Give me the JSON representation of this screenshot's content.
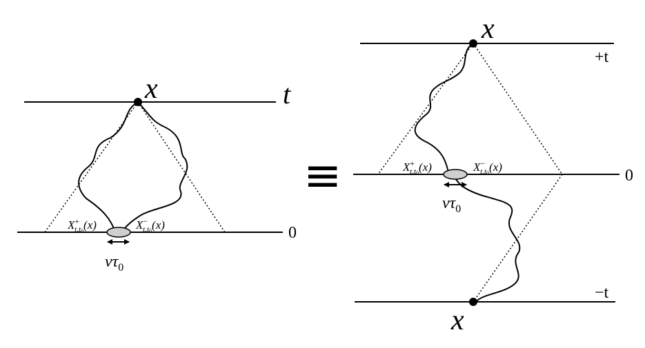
{
  "left_panel": {
    "top_point_label": "x",
    "top_line_label": "t",
    "bottom_line_label": "0",
    "plus_label": {
      "base": "X",
      "sup": "+",
      "sub": "t,t",
      "sub2": "0",
      "arg": "(x)"
    },
    "minus_label": {
      "base": "X",
      "sup": "−",
      "sub": "t,t",
      "sub2": "0",
      "arg": "(x)"
    },
    "width_label": {
      "v": "v",
      "tau": "τ",
      "sub": "0"
    }
  },
  "equivalence_symbol": "≡",
  "right_panel": {
    "top_point_label": "x",
    "bottom_point_label": "x",
    "top_line_label": "+t",
    "middle_line_label": "0",
    "bottom_line_label": "−t",
    "plus_label": {
      "base": "X",
      "sup": "+",
      "sub": "t,t",
      "sub2": "0",
      "arg": "(x)"
    },
    "minus_label": {
      "base": "X",
      "sup": "−",
      "sub": "t,t",
      "sub2": "0",
      "arg": "(x)"
    },
    "width_label": {
      "v": "v",
      "tau": "τ",
      "sub": "0"
    }
  },
  "colors": {
    "ink": "#000000",
    "ellipse_fill": "#cfcfcf"
  }
}
